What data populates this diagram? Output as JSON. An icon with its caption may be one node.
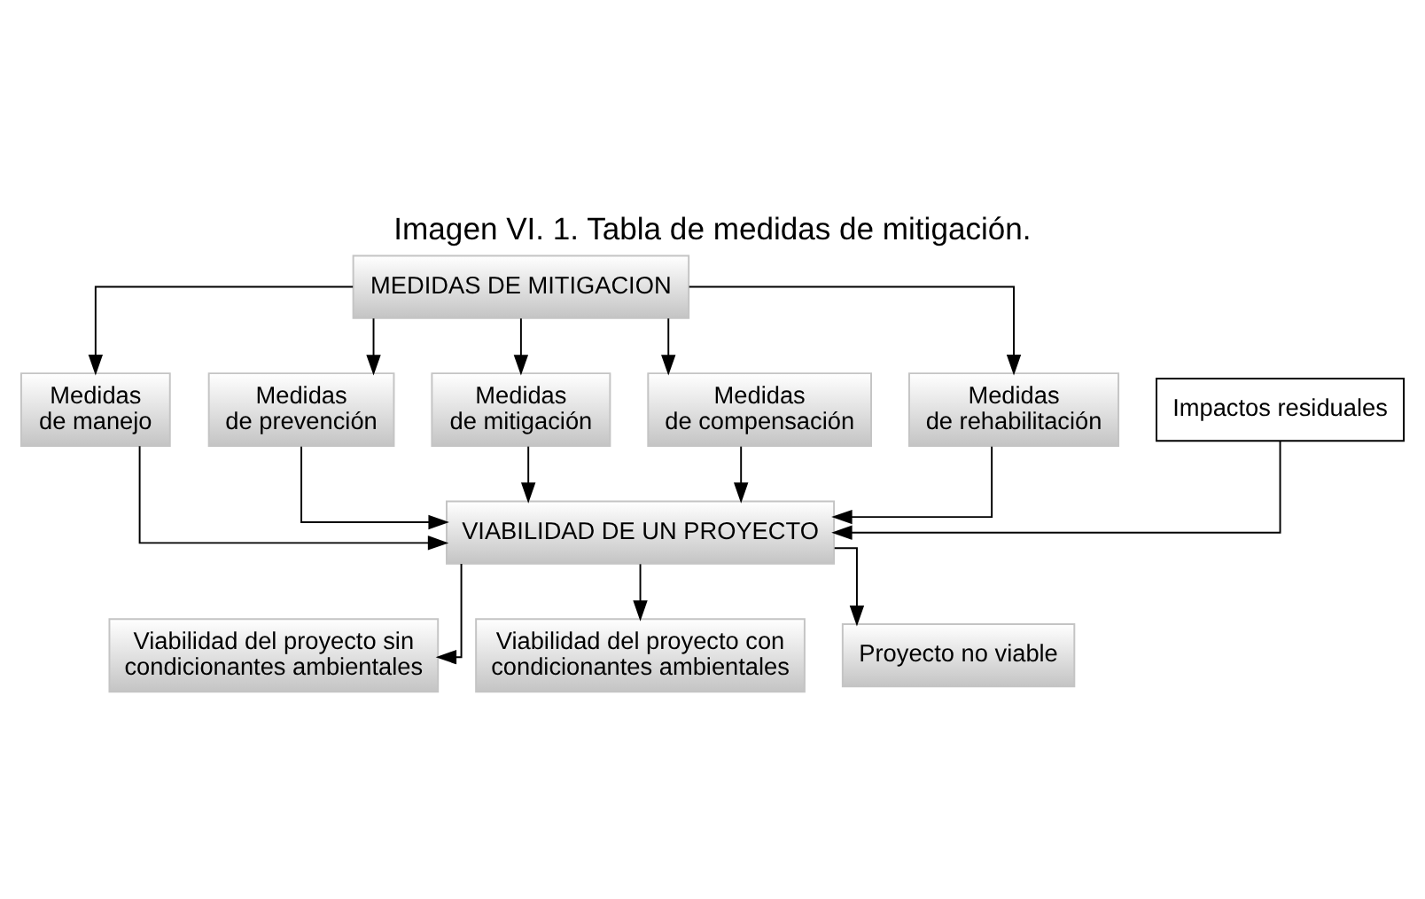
{
  "diagram": {
    "title": "Imagen VI. 1. Tabla de medidas de mitigación.",
    "nodes": [
      {
        "text": [
          "MEDIDAS DE MITIGACION"
        ]
      },
      {
        "text": [
          "Medidas de manejo"
        ]
      },
      {
        "text": [
          "Medidas de prevención"
        ]
      },
      {
        "text": [
          "Medidas de mitigación"
        ]
      },
      {
        "text": [
          "Medidas de compensación"
        ]
      },
      {
        "text": [
          "Medidas de rehabilitación"
        ]
      },
      {
        "text": [
          "Impactos residuales"
        ]
      },
      {
        "text": [
          "VIABILIDAD DE UN PROYECTO"
        ]
      },
      {
        "text": [
          "Viabilidad del proyecto sin condicionantes ambientales"
        ]
      },
      {
        "text": [
          "Viabilidad del proyecto con condicionantes ambientales"
        ]
      },
      {
        "text": [
          "Proyecto no viable"
        ]
      }
    ],
    "edges": [
      {
        "from": 0,
        "to": 1,
        "arrow": "to"
      },
      {
        "from": 0,
        "to": 2,
        "arrow": "to"
      },
      {
        "from": 0,
        "to": 3,
        "arrow": "to"
      },
      {
        "from": 0,
        "to": 4,
        "arrow": "to"
      },
      {
        "from": 0,
        "to": 5,
        "arrow": "to"
      },
      {
        "from": 1,
        "to": 7,
        "arrow": "to"
      },
      {
        "from": 2,
        "to": 7,
        "arrow": "to"
      },
      {
        "from": 3,
        "to": 7,
        "arrow": "to"
      },
      {
        "from": 4,
        "to": 7,
        "arrow": "to"
      },
      {
        "from": 5,
        "to": 7,
        "arrow": "to"
      },
      {
        "from": 6,
        "to": 7,
        "arrow": "to"
      },
      {
        "from": 7,
        "to": 8,
        "arrow": "to"
      },
      {
        "from": 7,
        "to": 9,
        "arrow": "to"
      },
      {
        "from": 7,
        "to": 10,
        "arrow": "to"
      }
    ]
  }
}
